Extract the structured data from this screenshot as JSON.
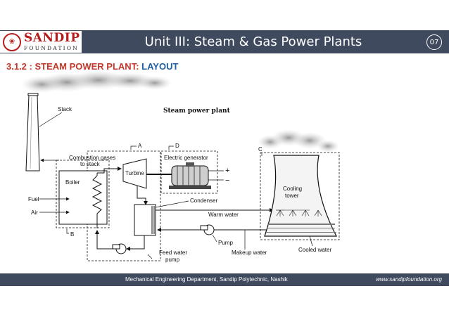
{
  "brand": {
    "name": "SANDIP",
    "sub": "FOUNDATION"
  },
  "header": {
    "title": "Unit III: Steam & Gas Power Plants",
    "page": "07"
  },
  "section": {
    "number_label": "3.1.2 : STEAM POWER PLANT:",
    "topic": "LAYOUT"
  },
  "diagram": {
    "title": "Steam power plant",
    "labels": {
      "stack": "Stack",
      "zone_a": "A",
      "zone_b": "B",
      "zone_c": "C",
      "zone_d": "D",
      "combustion_line1": "Combustion gases",
      "combustion_line2": "to stack",
      "boiler": "Boiler",
      "turbine": "Turbine",
      "electric_generator": "Electric generator",
      "plus": "+",
      "minus": "−",
      "fuel": "Fuel",
      "air": "Air",
      "condenser": "Condenser",
      "cooling_line1": "Cooling",
      "cooling_line2": "tower",
      "warm_water": "Warm water",
      "pump": "Pump",
      "makeup_water": "Makeup water",
      "feed_line1": "Feed water",
      "feed_line2": "pump",
      "cooled_water": "Cooled water"
    }
  },
  "footer": {
    "department": "Mechanical Engineering Department, Sandip Polytechnic, Nashik",
    "website": "www.sandipfoundation.org"
  },
  "colors": {
    "header_bg": "#3f4a5e",
    "brand_red": "#b71c1c",
    "section_red": "#c0392b",
    "section_blue": "#1f5fa8"
  }
}
